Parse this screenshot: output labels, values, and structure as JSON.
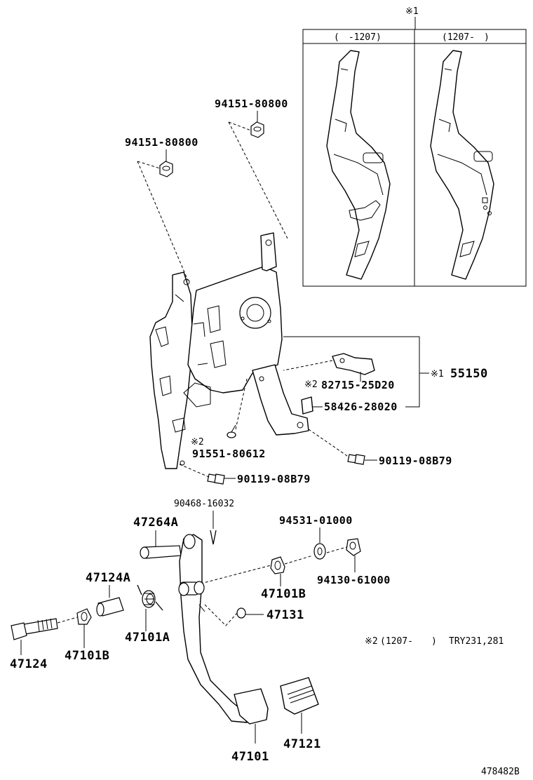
{
  "header": {
    "note1_mark": "※1"
  },
  "inset": {
    "col_left": "(　-1207)",
    "col_right": "(1207-　)"
  },
  "labels": {
    "p94151_a": "94151-80800",
    "p94151_b": "94151-80800",
    "p55150_mark": "※1",
    "p55150": "55150",
    "p82715_mark": "※2",
    "p82715": "82715-25D20",
    "p58426": "58426-28020",
    "p91551_mark": "※2",
    "p91551": "91551-80612",
    "p90119_a": "90119-08B79",
    "p90119_b": "90119-08B79",
    "p90468": "90468-16032",
    "p47264A": "47264A",
    "p94531": "94531-01000",
    "p94130": "94130-61000",
    "p47124A": "47124A",
    "p47101B_a": "47101B",
    "p47131": "47131",
    "p47101A": "47101A",
    "p47124": "47124",
    "p47101B_b": "47101B",
    "p47101": "47101",
    "p47121": "47121"
  },
  "footnote": {
    "mark": "※2",
    "range": "(1207-　　)",
    "models": "TRY231,281"
  },
  "figure_id": "478482B"
}
